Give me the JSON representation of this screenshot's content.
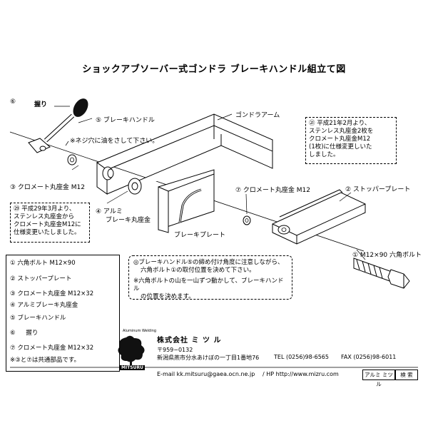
{
  "title": "ショックアブソーバー式ゴンドラ ブレーキハンドル組立て図",
  "labels": {
    "n6_num": "⑥",
    "grip": "握り",
    "brake_handle": "⑤ ブレーキハンドル",
    "oil_note": "※ネジ穴に油をさして下さい。",
    "gondola_arm": "ゴンドラアーム",
    "chrome_left": "③ クロメート丸座金 M12",
    "alu_washer_1": "④ アルミ",
    "alu_washer_2": "ブレーキ丸座金",
    "chrome_right": "⑦ クロメート丸座金 M12",
    "brake_plate": "ブレーキプレート",
    "stopper_plate": "② ストッパープレート",
    "hex_bolt": "① M12×90 六角ボルト"
  },
  "note_right": [
    "㉑ 平成21年2月より、",
    "ステンレス丸座金2枚を",
    "クロメート丸座金M12",
    "(1枚)に仕様変更しいた",
    "しました。"
  ],
  "note_left": [
    "㉙ 平成29年3月より、",
    "ステンレス丸座金から",
    "クロメート丸座金M12に",
    "仕様変更いたしました。"
  ],
  "center_note": [
    "◎ブレーキハンドル⑤の締め付け角度に注意しながら、",
    "六角ボルト①の取付位置を決めて下さい。",
    "※六角ボルトの山を一山ずつ動かして、ブレーキハンドル",
    "の位置を決めます。"
  ],
  "parts": [
    {
      "num": "①",
      "name": "六角ボルト M12×90"
    },
    {
      "num": "②",
      "name": "ストッパープレート"
    },
    {
      "num": "③",
      "name": "クロメート丸座金 M12×32"
    },
    {
      "num": "④",
      "name": "アルミブレーキ丸座金"
    },
    {
      "num": "⑤",
      "name": "ブレーキハンドル"
    },
    {
      "num": "⑥",
      "name": "握り"
    },
    {
      "num": "⑦",
      "name": "クロメート丸座金 M12×32"
    }
  ],
  "parts_footnote": "※③と⑦は共通部品です。",
  "company": {
    "logo_arc": "Aluminum Welding",
    "logo_name": "MITSURU",
    "name": "株式会社 ミ ツ ル",
    "postal": "〒959−0132",
    "address": "新潟県燕市分水あけぼの一丁目1番地76",
    "tel": "TEL (0256)98-6565",
    "fax": "FAX (0256)98-6011",
    "email": "E-mail kk.mitsuru@gaea.ocn.ne.jp",
    "hp": "/ HP http://www.mizru.com",
    "stamp1": "アルミ ミツル",
    "stamp2": "検 索"
  }
}
